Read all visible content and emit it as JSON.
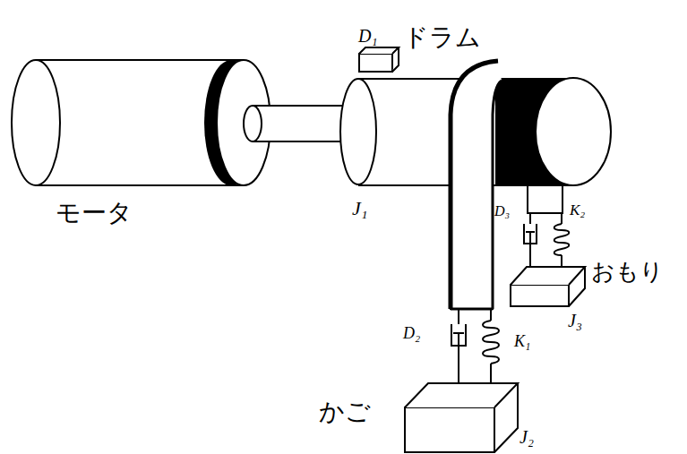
{
  "diagram": {
    "labels": [
      "D₁",
      "ドラム",
      "モータ",
      "J₁",
      "D₃",
      "K₂",
      "おもり",
      "J₃",
      "D₂",
      "K₁",
      "かご",
      "J₂"
    ]
  }
}
